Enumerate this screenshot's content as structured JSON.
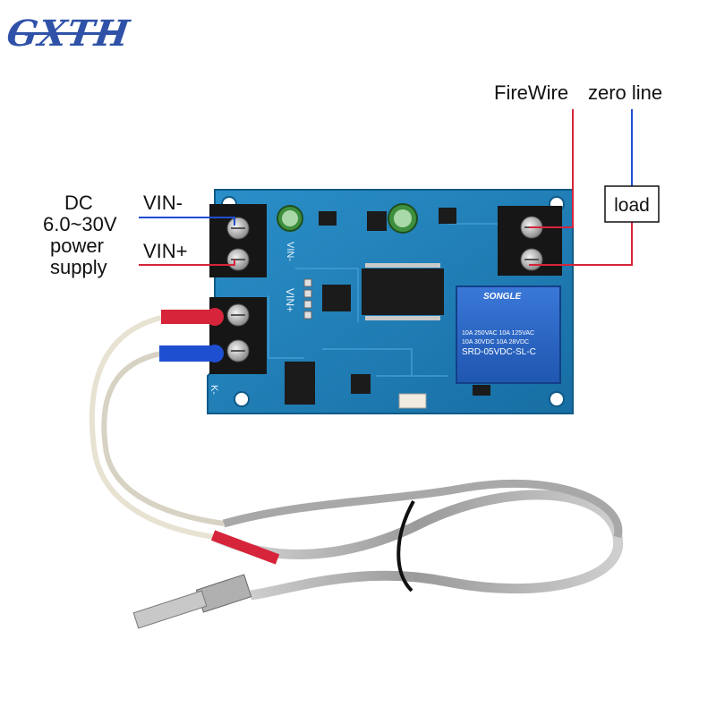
{
  "brand": {
    "logo_text": "GXTH"
  },
  "power": {
    "source_label_line1": "DC",
    "source_label_line2": "6.0~30V",
    "source_label_line3": "power",
    "source_label_line4": "supply",
    "vin_minus": "VIN-",
    "vin_plus": "VIN+"
  },
  "output": {
    "firewire_label": "FireWire",
    "zero_line_label": "zero line",
    "load_label": "load"
  },
  "board": {
    "silk_vin_plus": "VIN+",
    "silk_vin_minus": "VIN-",
    "silk_k": "K-",
    "relay_brand": "SONGLE",
    "relay_rating_1": "10A 250VAC  10A 125VAC",
    "relay_rating_2": "10A  30VDC  10A  28VDC",
    "relay_model": "SRD-05VDC-SL-C"
  },
  "colors": {
    "wire_positive": "#d6243a",
    "wire_negative": "#1f4fd1",
    "pcb": "#1e7fb8",
    "logo": "#2f52a8"
  }
}
